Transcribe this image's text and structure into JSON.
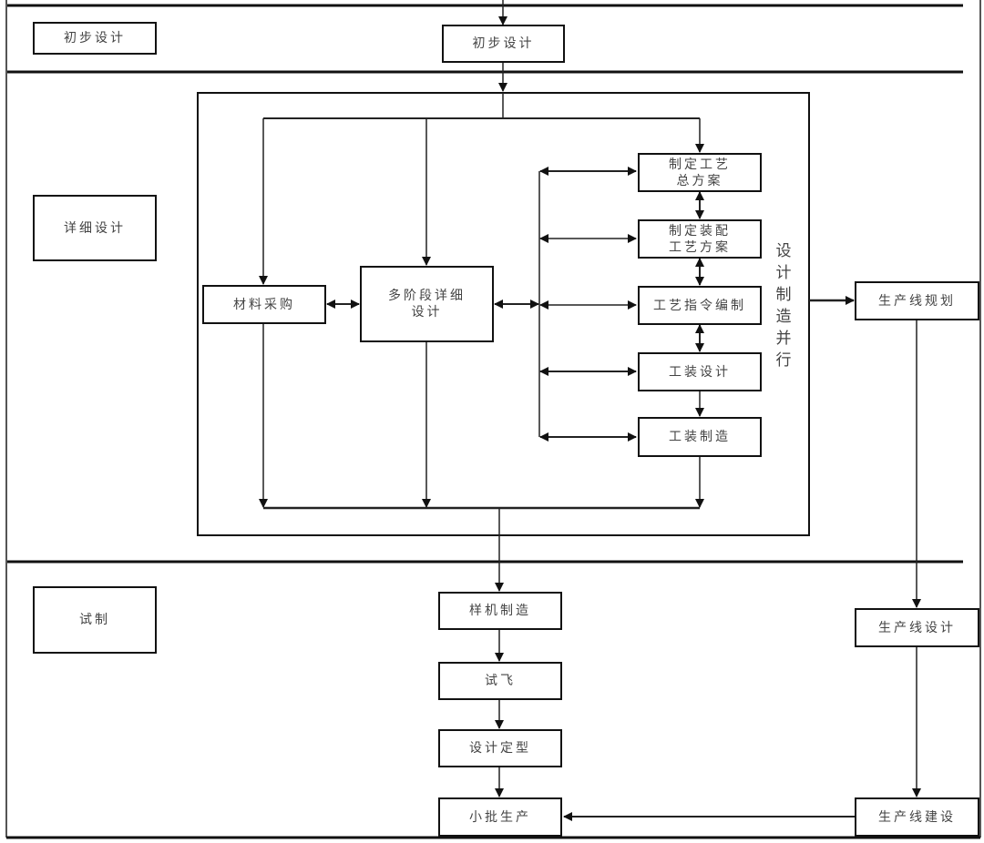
{
  "stages": [
    {
      "id": "preliminary",
      "label": "初步设计"
    },
    {
      "id": "detailed",
      "label": "详细设计"
    },
    {
      "id": "trial",
      "label": "试制"
    }
  ],
  "nodes": {
    "prelim_design": {
      "lines": [
        "初步设计"
      ]
    },
    "material_purchase": {
      "lines": [
        "材料采购"
      ]
    },
    "multi_stage_design": {
      "lines": [
        "多阶段详细",
        "设计"
      ]
    },
    "process_plan": {
      "lines": [
        "制定工艺",
        "总方案"
      ]
    },
    "assembly_plan": {
      "lines": [
        "制定装配",
        "工艺方案"
      ]
    },
    "process_instruction": {
      "lines": [
        "工艺指令编制"
      ]
    },
    "tooling_design": {
      "lines": [
        "工装设计"
      ]
    },
    "tooling_manufacture": {
      "lines": [
        "工装制造"
      ]
    },
    "line_planning": {
      "lines": [
        "生产线规划"
      ]
    },
    "prototype": {
      "lines": [
        "样机制造"
      ]
    },
    "test_flight": {
      "lines": [
        "试飞"
      ]
    },
    "design_finalize": {
      "lines": [
        "设计定型"
      ]
    },
    "small_batch": {
      "lines": [
        "小批生产"
      ]
    },
    "line_design": {
      "lines": [
        "生产线设计"
      ]
    },
    "line_build": {
      "lines": [
        "生产线建设"
      ]
    }
  },
  "concurrent_label": [
    "设",
    "计",
    "制",
    "造",
    "并",
    "行"
  ]
}
